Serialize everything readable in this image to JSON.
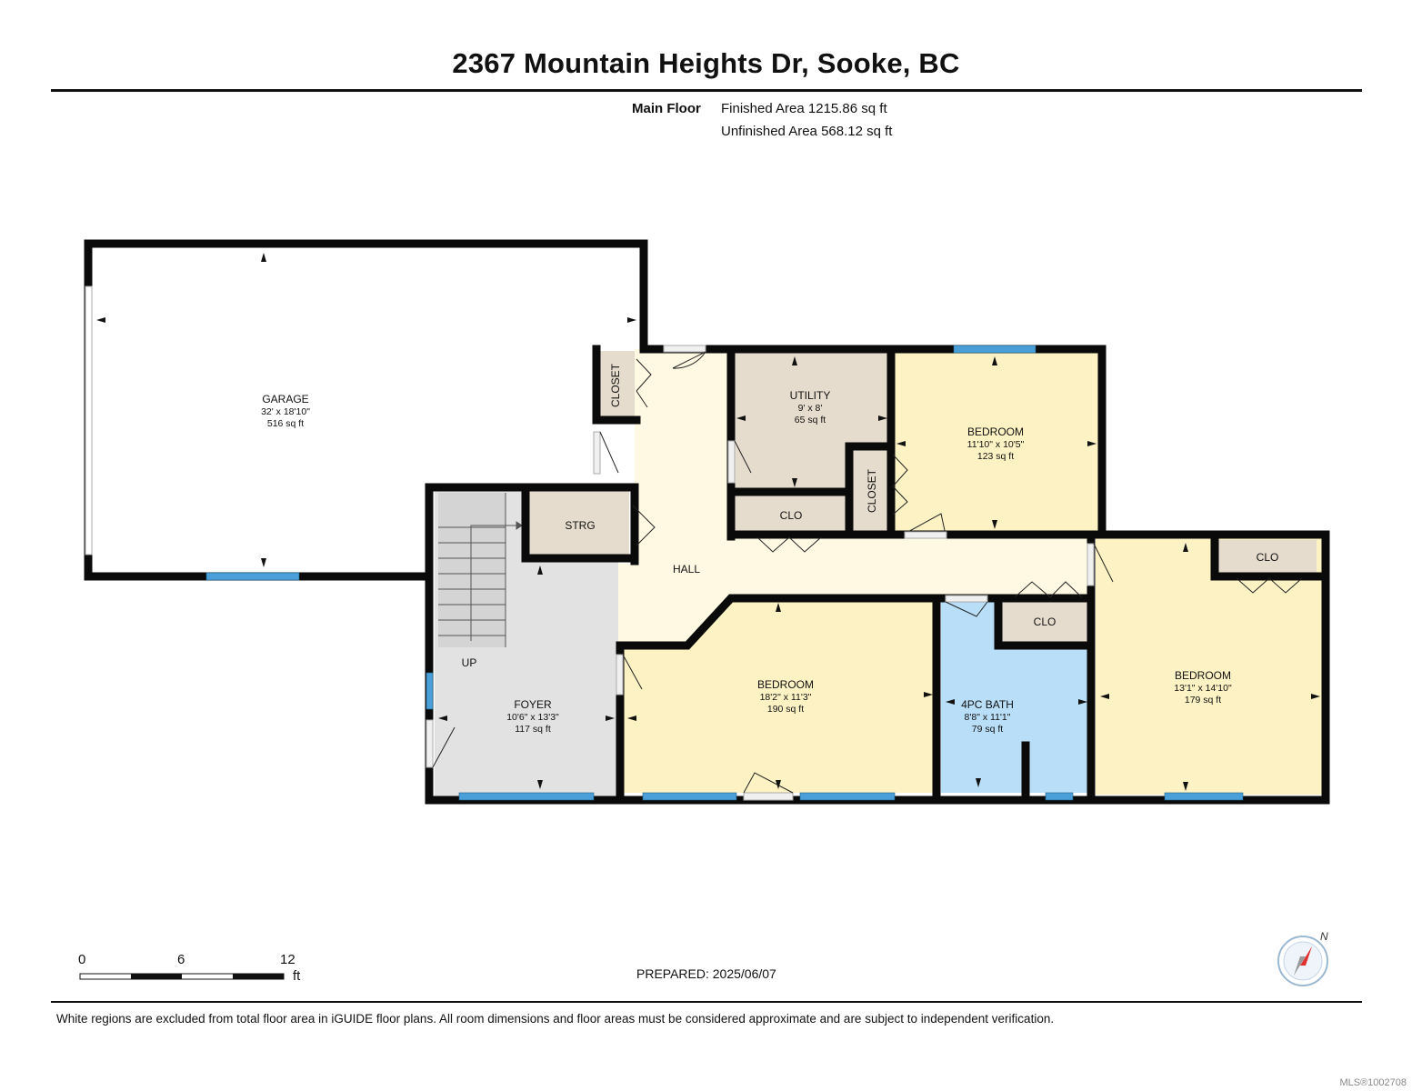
{
  "header": {
    "title": "2367 Mountain Heights Dr, Sooke, BC",
    "floor_label": "Main Floor",
    "finished_area": "Finished Area 1215.86 sq ft",
    "unfinished_area": "Unfinished Area 568.12 sq ft"
  },
  "rooms": {
    "garage": {
      "name": "GARAGE",
      "dims": "32' x 18'10\"",
      "area": "516 sq ft"
    },
    "utility": {
      "name": "UTILITY",
      "dims": "9' x 8'",
      "area": "65 sq ft"
    },
    "bedroom_ne": {
      "name": "BEDROOM",
      "dims": "11'10\" x 10'5\"",
      "area": "123 sq ft"
    },
    "foyer": {
      "name": "FOYER",
      "dims": "10'6\" x 13'3\"",
      "area": "117 sq ft"
    },
    "bedroom_s": {
      "name": "BEDROOM",
      "dims": "18'2\" x 11'3\"",
      "area": "190 sq ft"
    },
    "bath": {
      "name": "4PC BATH",
      "dims": "8'8\" x 11'1\"",
      "area": "79 sq ft"
    },
    "bedroom_e": {
      "name": "BEDROOM",
      "dims": "13'1\" x 14'10\"",
      "area": "179 sq ft"
    },
    "hall": "HALL",
    "strg": "STRG",
    "closet": "CLOSET",
    "clo": "CLO",
    "up": "UP"
  },
  "colors": {
    "wall": "#0a0a0a",
    "window": "#4a9fd8",
    "garage": "#ffffff",
    "hall": "#fff9e3",
    "utility": "#e6dccd",
    "bedroom": "#fdf2c4",
    "foyer": "#e2e2e2",
    "bath": "#b9def7",
    "storage": "#e6dccd"
  },
  "scale": {
    "ticks": [
      "0",
      "6",
      "12"
    ],
    "unit": "ft"
  },
  "compass": {
    "label": "N"
  },
  "prepared": "PREPARED: 2025/06/07",
  "footer": {
    "note": "White regions are excluded from total floor area in iGUIDE floor plans. All room dimensions and floor areas must be considered approximate and are subject to independent verification.",
    "mls": "MLS®1002708"
  }
}
